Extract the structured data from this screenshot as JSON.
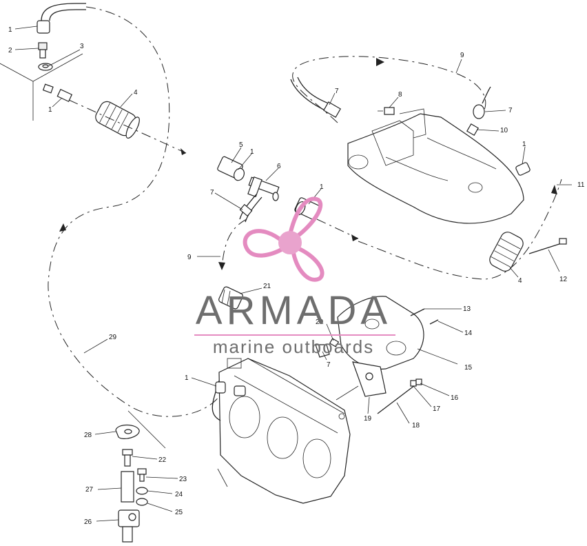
{
  "callouts": [
    {
      "id": "c1a",
      "text": "1"
    },
    {
      "id": "c2",
      "text": "2"
    },
    {
      "id": "c3",
      "text": "3"
    },
    {
      "id": "c1b",
      "text": "1"
    },
    {
      "id": "c4a",
      "text": "4"
    },
    {
      "id": "c5",
      "text": "5"
    },
    {
      "id": "c1c",
      "text": "1"
    },
    {
      "id": "c6",
      "text": "6"
    },
    {
      "id": "c7a",
      "text": "7"
    },
    {
      "id": "c1d",
      "text": "1"
    },
    {
      "id": "c9a",
      "text": "9"
    },
    {
      "id": "c7b",
      "text": "7"
    },
    {
      "id": "c8",
      "text": "8"
    },
    {
      "id": "c7c",
      "text": "7"
    },
    {
      "id": "c10",
      "text": "10"
    },
    {
      "id": "c1e",
      "text": "1"
    },
    {
      "id": "c11",
      "text": "11"
    },
    {
      "id": "c9b",
      "text": "9"
    },
    {
      "id": "c21",
      "text": "21"
    },
    {
      "id": "c4b",
      "text": "4"
    },
    {
      "id": "c12",
      "text": "12"
    },
    {
      "id": "c13",
      "text": "13"
    },
    {
      "id": "c14",
      "text": "14"
    },
    {
      "id": "c20",
      "text": "20"
    },
    {
      "id": "c15",
      "text": "15"
    },
    {
      "id": "c29",
      "text": "29"
    },
    {
      "id": "c7d",
      "text": "7"
    },
    {
      "id": "c1f",
      "text": "1"
    },
    {
      "id": "c16",
      "text": "16"
    },
    {
      "id": "c17",
      "text": "17"
    },
    {
      "id": "c19",
      "text": "19"
    },
    {
      "id": "c18",
      "text": "18"
    },
    {
      "id": "c28",
      "text": "28"
    },
    {
      "id": "c22",
      "text": "22"
    },
    {
      "id": "c23",
      "text": "23"
    },
    {
      "id": "c27",
      "text": "27"
    },
    {
      "id": "c24",
      "text": "24"
    },
    {
      "id": "c25",
      "text": "25"
    },
    {
      "id": "c26",
      "text": "26"
    }
  ],
  "watermark": {
    "brand": "ARMADA",
    "tagline": "marine outboards",
    "logo_color": "#e48bc0",
    "logo_center_color": "#e9a3cd"
  }
}
